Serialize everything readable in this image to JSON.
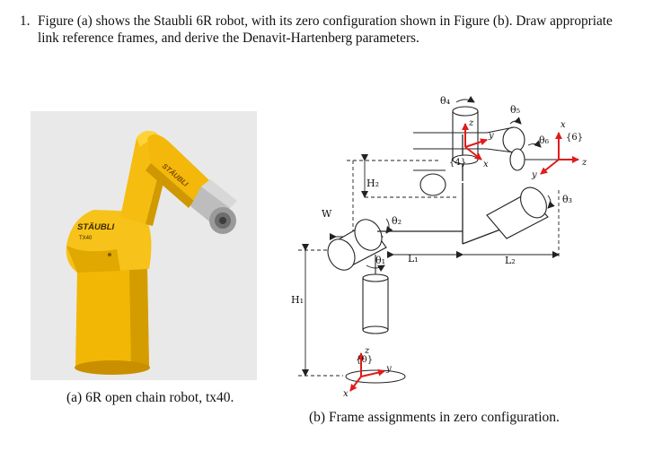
{
  "question": {
    "number": "1.",
    "line1": "Figure (a) shows the Staubli 6R robot, with its zero configuration shown in Figure (b). Draw appropriate",
    "line2": "link reference frames, and derive the Denavit-Hartenberg parameters."
  },
  "photo": {
    "brand_arm": "STÄUBLI",
    "brand_base": "STÄUBLI",
    "model": "TX40",
    "caption": "(a) 6R open chain robot, tx40."
  },
  "diagram": {
    "caption": "(b) Frame assignments in zero configuration.",
    "labels": {
      "theta1": "θ₁",
      "theta2": "θ₂",
      "theta3": "θ₃",
      "theta4": "θ₄",
      "theta5": "θ₅",
      "theta6": "θ₆",
      "H1": "H₁",
      "H2": "H₂",
      "W": "W",
      "L1": "L₁",
      "L2": "L₂",
      "frame0": "{0}",
      "frame4": "{4}",
      "frame6": "{6}",
      "x": "x",
      "y": "y",
      "z": "z"
    }
  },
  "colors": {
    "robot_yellow": "#f2b705",
    "robot_shadow": "#c98f00",
    "axis_red": "#e01b1b",
    "line": "#222222"
  }
}
